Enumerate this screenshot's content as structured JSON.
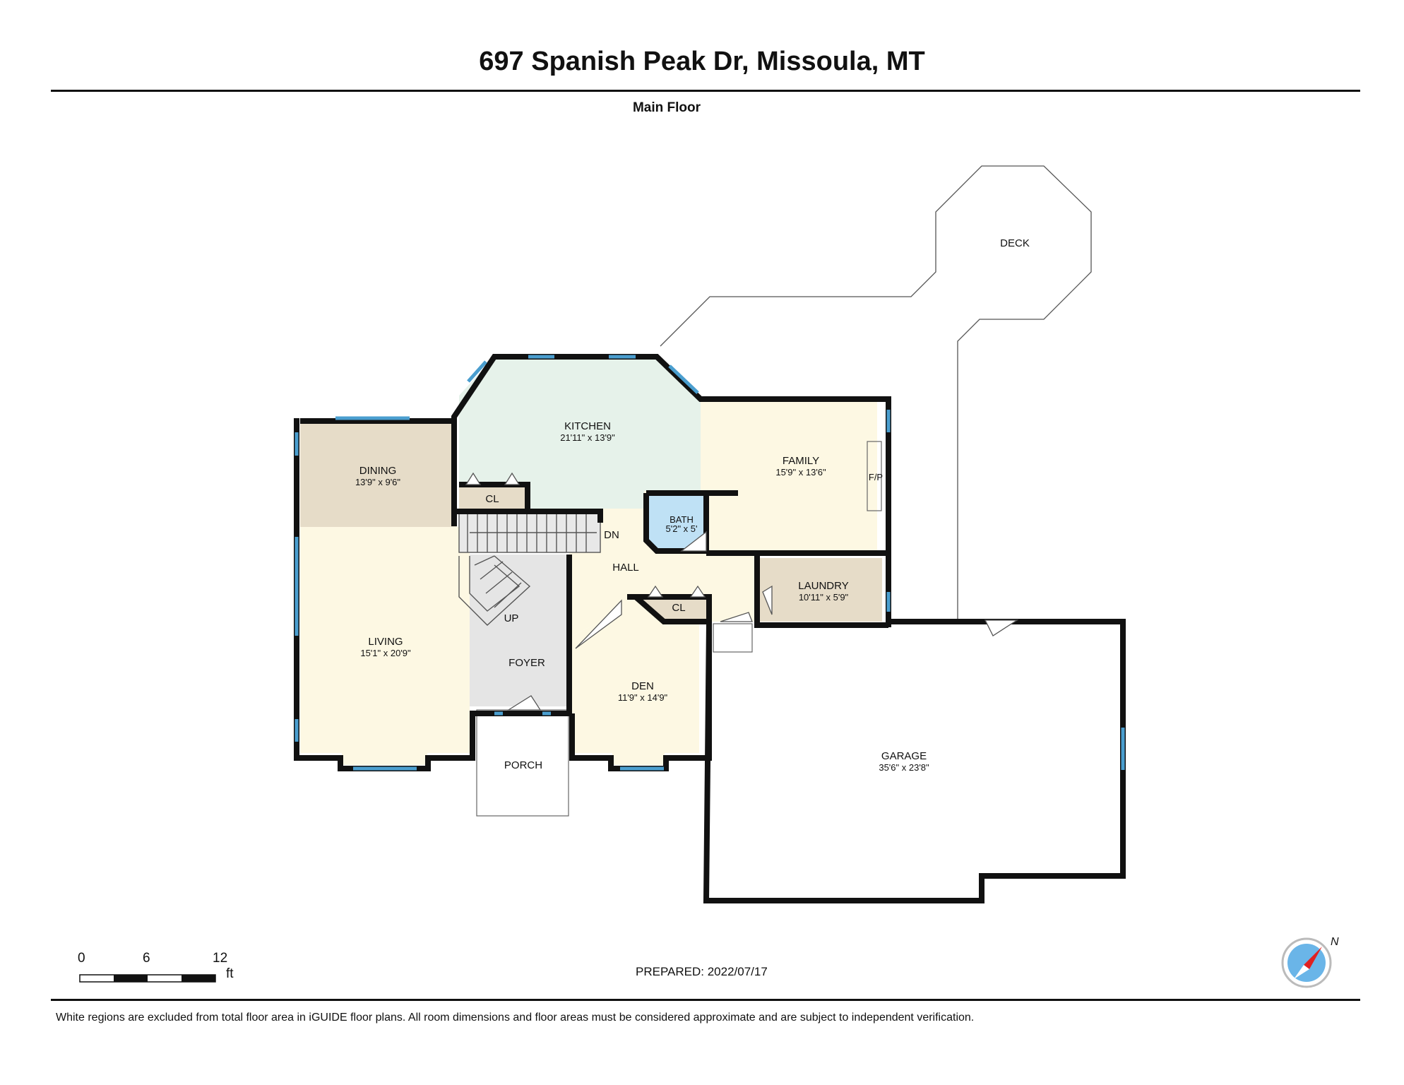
{
  "header": {
    "title": "697 Spanish Peak Dr, Missoula, MT",
    "floor": "Main Floor"
  },
  "rooms": {
    "deck": {
      "name": "DECK"
    },
    "kitchen": {
      "name": "KITCHEN",
      "dims": "21'11\" x 13'9\""
    },
    "dining": {
      "name": "DINING",
      "dims": "13'9\" x 9'6\""
    },
    "family": {
      "name": "FAMILY",
      "dims": "15'9\" x 13'6\""
    },
    "fireplace": {
      "name": "F/P"
    },
    "bath": {
      "name": "BATH",
      "dims": "5'2\" x 5'"
    },
    "closet_kitchen": {
      "name": "CL"
    },
    "closet_hall": {
      "name": "CL"
    },
    "stairs_down": {
      "name": "DN"
    },
    "stairs_up": {
      "name": "UP"
    },
    "hall": {
      "name": "HALL"
    },
    "laundry": {
      "name": "LAUNDRY",
      "dims": "10'11\" x 5'9\""
    },
    "living": {
      "name": "LIVING",
      "dims": "15'1\" x 20'9\""
    },
    "foyer": {
      "name": "FOYER"
    },
    "den": {
      "name": "DEN",
      "dims": "11'9\" x 14'9\""
    },
    "porch": {
      "name": "PORCH"
    },
    "garage": {
      "name": "GARAGE",
      "dims": "35'6\" x 23'8\""
    }
  },
  "scale_bar": {
    "ticks": [
      "0",
      "6",
      "12"
    ],
    "unit": "ft"
  },
  "compass": {
    "label": "N"
  },
  "footer": {
    "prepared": "PREPARED: 2022/07/17",
    "disclaimer": "White regions are excluded from total floor area in iGUIDE floor plans. All room dimensions and floor areas must be considered approximate and are subject to independent verification."
  },
  "colors": {
    "kitchen": "#e6f2ea",
    "dining": "#e6dcc8",
    "living": "#fdf8e3",
    "family": "#fdf8e3",
    "hall": "#fdf8e3",
    "den": "#fdf8e3",
    "foyer": "#e5e5e5",
    "bath": "#bfe1f5",
    "laundry": "#e6dcc8",
    "closet": "#e6dcc8",
    "wall": "#111111",
    "window": "#4a9ecf",
    "compass_red": "#e02020",
    "compass_blue": "#6ab5e8"
  }
}
